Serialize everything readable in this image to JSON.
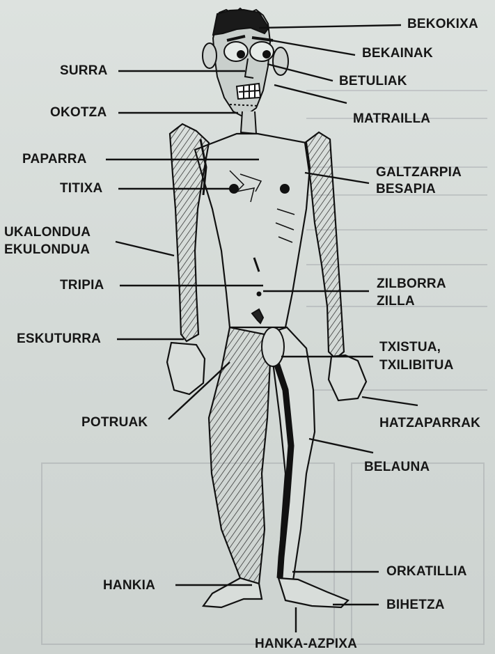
{
  "labels": {
    "bekokixa": "BEKOKIXA",
    "bekainak": "BEKAINAK",
    "surra": "SURRA",
    "betuliak": "BETULIAK",
    "okotza": "OKOTZA",
    "matrailla": "MATRAILLA",
    "paparra": "PAPARRA",
    "galtzarpia": "GALTZARPIA",
    "besapia": "BESAPIA",
    "titixa": "TITIXA",
    "ukalondua": "UKALONDUA",
    "ekulondua": "EKULONDUA",
    "tripia": "TRIPIA",
    "zilborra": "ZILBORRA",
    "zilla": "ZILLA",
    "eskuturra": "ESKUTURRA",
    "txistua": "TXISTUA,",
    "txilibitua": "TXILIBITUA",
    "potruak": "POTRUAK",
    "hatzaparrak": "HATZAPARRAK",
    "belauna": "BELAUNA",
    "hankia": "HANKIA",
    "orkatillia": "ORKATILLIA",
    "bihetza": "BIHETZA",
    "hanka_azpixa": "HANKA-AZPIXA"
  },
  "colors": {
    "ink": "#161616",
    "paper": "#d6dcd9"
  }
}
